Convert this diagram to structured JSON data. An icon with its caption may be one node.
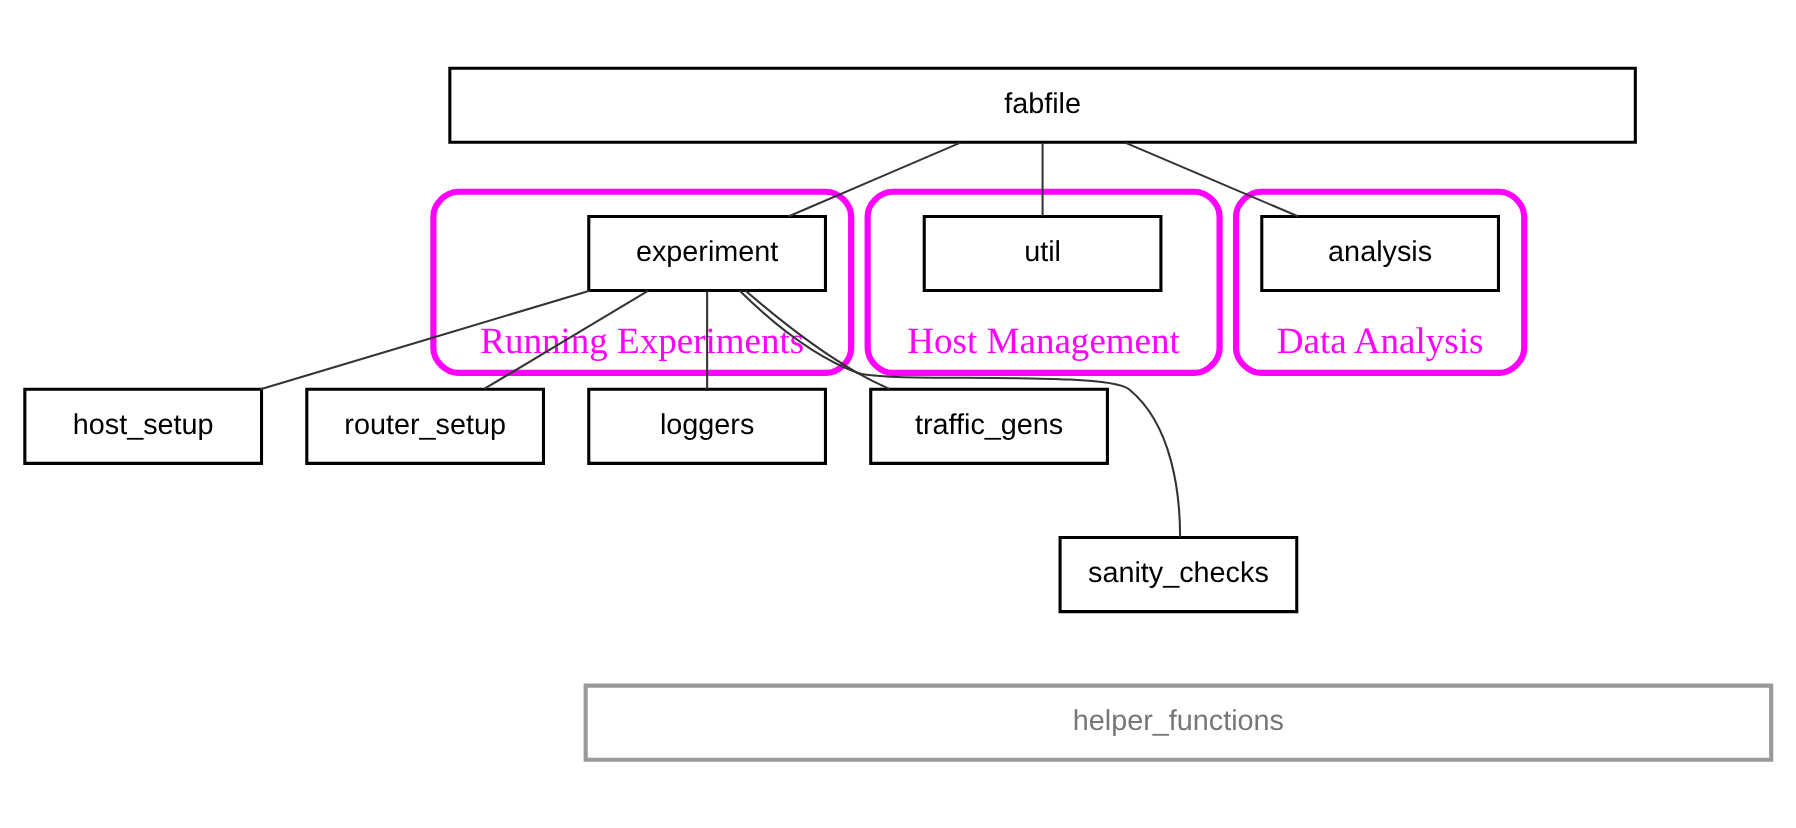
{
  "diagram": {
    "nodes": [
      {
        "text": [
          "fabfile"
        ]
      },
      {
        "text": [
          "Running Experiments"
        ]
      },
      {
        "text": [
          "experiment"
        ],
        "in": 1
      },
      {
        "text": [
          "Host Management"
        ]
      },
      {
        "text": [
          "util"
        ],
        "in": 3
      },
      {
        "text": [
          "Data Analysis"
        ]
      },
      {
        "text": [
          "analysis"
        ],
        "in": 5
      },
      {
        "text": [
          "host_setup"
        ]
      },
      {
        "text": [
          "router_setup"
        ]
      },
      {
        "text": [
          "loggers"
        ]
      },
      {
        "text": [
          "traffic_gens"
        ]
      },
      {
        "text": [
          "sanity_checks"
        ]
      },
      {
        "text": [
          "helper_functions"
        ]
      }
    ],
    "edges": [
      {
        "from": 0,
        "to": 2,
        "arrow": "none"
      },
      {
        "from": 0,
        "to": 4,
        "arrow": "none"
      },
      {
        "from": 0,
        "to": 6,
        "arrow": "none"
      },
      {
        "from": 2,
        "to": 7,
        "arrow": "none"
      },
      {
        "from": 2,
        "to": 8,
        "arrow": "none"
      },
      {
        "from": 2,
        "to": 9,
        "arrow": "none"
      },
      {
        "from": 2,
        "to": 10,
        "arrow": "none"
      },
      {
        "from": 2,
        "to": 11,
        "arrow": "none"
      }
    ]
  }
}
